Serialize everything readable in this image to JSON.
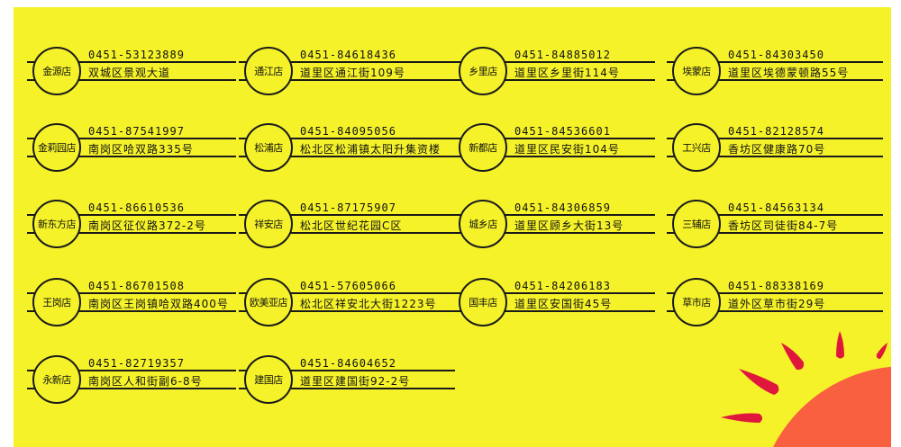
{
  "colors": {
    "background": "#f5f22a",
    "ink": "#1a1a1a",
    "sun": "#f86040",
    "rays": "#e0173c"
  },
  "stores": [
    {
      "name": "金源店",
      "phone": "0451-53123889",
      "address": "双城区景观大道"
    },
    {
      "name": "通江店",
      "phone": "0451-84618436",
      "address": "道里区通江街109号"
    },
    {
      "name": "乡里店",
      "phone": "0451-84885012",
      "address": "道里区乡里街114号"
    },
    {
      "name": "埃蒙店",
      "phone": "0451-84303450",
      "address": "道里区埃德蒙顿路55号"
    },
    {
      "name": "金莉园店",
      "phone": "0451-87541997",
      "address": "南岗区哈双路335号"
    },
    {
      "name": "松浦店",
      "phone": "0451-84095056",
      "address": "松北区松浦镇太阳升集资楼"
    },
    {
      "name": "新都店",
      "phone": "0451-84536601",
      "address": "道里区民安街104号"
    },
    {
      "name": "工兴店",
      "phone": "0451-82128574",
      "address": "香坊区健康路70号"
    },
    {
      "name": "新东方店",
      "phone": "0451-86610536",
      "address": "南岗区征仪路372-2号"
    },
    {
      "name": "祥安店",
      "phone": "0451-87175907",
      "address": "松北区世纪花园C区"
    },
    {
      "name": "城乡店",
      "phone": "0451-84306859",
      "address": "道里区顾乡大街13号"
    },
    {
      "name": "三辅店",
      "phone": "0451-84563134",
      "address": "香坊区司徒街84-7号"
    },
    {
      "name": "王岗店",
      "phone": "0451-86701508",
      "address": "南岗区王岗镇哈双路400号"
    },
    {
      "name": "欧美亚店",
      "phone": "0451-57605066",
      "address": "松北区祥安北大街1223号"
    },
    {
      "name": "国丰店",
      "phone": "0451-84206183",
      "address": "道里区安国街45号"
    },
    {
      "name": "草市店",
      "phone": "0451-88338169",
      "address": "道外区草市街29号"
    },
    {
      "name": "永新店",
      "phone": "0451-82719357",
      "address": "南岗区人和街副6-8号"
    },
    {
      "name": "建国店",
      "phone": "0451-84604652",
      "address": "道里区建国街92-2号"
    }
  ]
}
